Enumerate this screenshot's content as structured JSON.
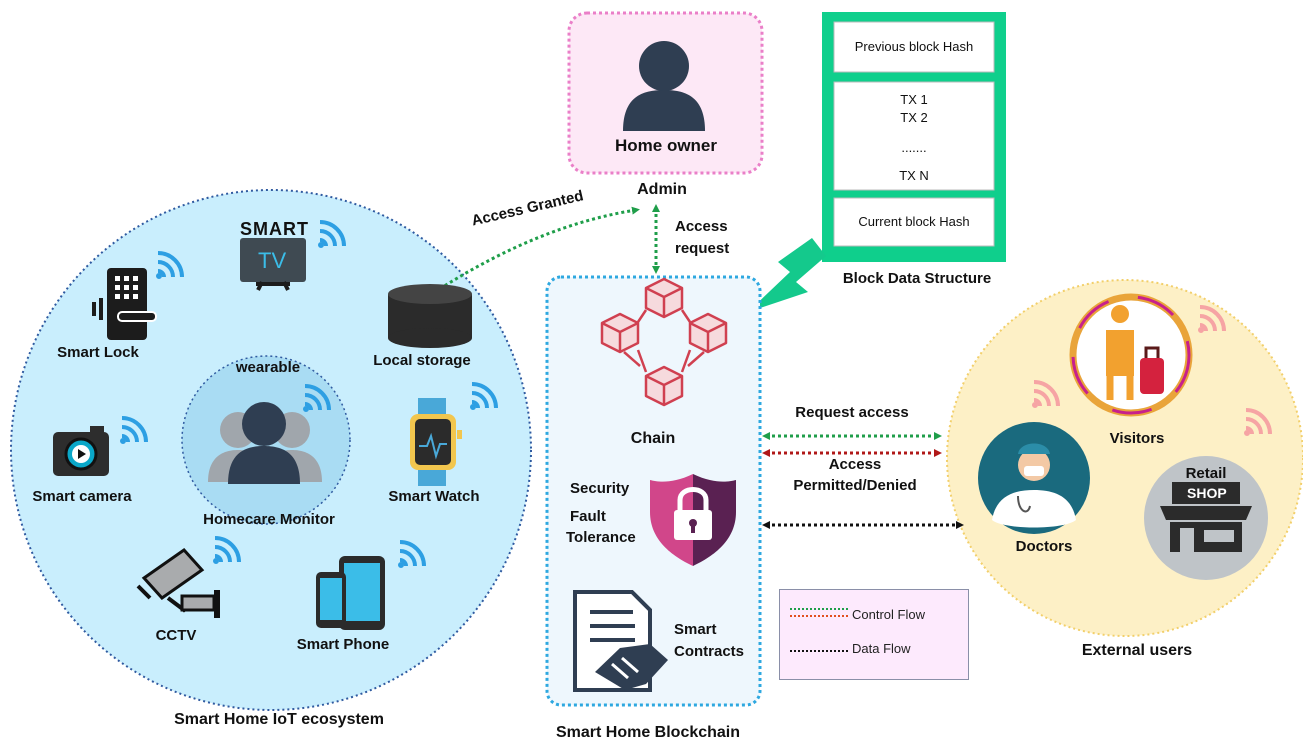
{
  "ecosystem": {
    "title": "Smart Home IoT ecosystem",
    "devices": {
      "smart_lock": "Smart Lock",
      "smart_tv_text": "SMART",
      "smart_tv_screen": "TV",
      "local_storage": "Local storage",
      "wearable": "wearable",
      "homecare_monitor": "Homecare Monitor",
      "smart_camera": "Smart camera",
      "smart_watch": "Smart Watch",
      "cctv": "CCTV",
      "smart_phone": "Smart Phone"
    }
  },
  "admin": {
    "box_label": "Home owner",
    "role_label": "Admin",
    "access_granted": "Access Granted",
    "access_request_line1": "Access",
    "access_request_line2": "request"
  },
  "block_structure": {
    "title": "Block Data Structure",
    "previous_hash": "Previous block Hash",
    "tx1": "TX 1",
    "tx2": "TX 2",
    "ellipsis": ".......",
    "txn": "TX N",
    "current_hash": "Current block Hash"
  },
  "blockchain": {
    "title": "Smart Home Blockchain",
    "chain": "Chain",
    "security": "Security",
    "fault_line1": "Fault",
    "fault_line2": "Tolerance",
    "contracts_line1": "Smart",
    "contracts_line2": "Contracts"
  },
  "links": {
    "request_access": "Request access",
    "permitted_line1": "Access",
    "permitted_line2": "Permitted/Denied"
  },
  "external": {
    "title": "External users",
    "visitors": "Visitors",
    "doctors": "Doctors",
    "retail": "Retail",
    "shop": "SHOP"
  },
  "legend": {
    "control_flow": "Control Flow",
    "data_flow": "Data Flow"
  },
  "colors": {
    "ecosystem_fill": "#c9eefd",
    "ecosystem_border": "#2f5aa0",
    "external_fill": "#fdf0c6",
    "external_border": "#f2cf6a",
    "admin_fill": "#fde8f6",
    "admin_border": "#ea7fc8",
    "block_frame": "#0fcf8c",
    "blockchain_fill": "#eef7fd",
    "blockchain_border": "#2ea8e0",
    "wifi": "#2d9fe3",
    "wifi_pink": "#f6a4a4",
    "person": "#2f3e52",
    "chain_red": "#d04050",
    "control_green": "#1f9e4a",
    "control_red": "#b01818",
    "data_black": "#111111"
  }
}
